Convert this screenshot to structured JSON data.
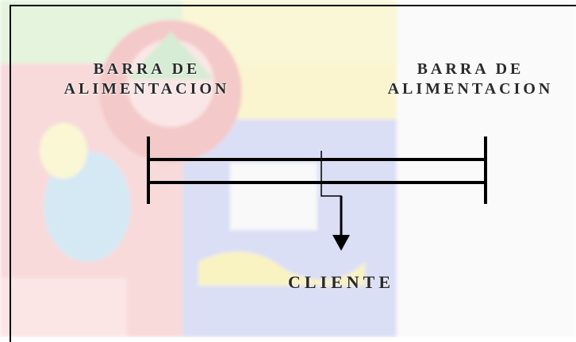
{
  "diagram": {
    "left_bus_label": [
      "BARRA DE",
      "ALIMENTACION"
    ],
    "right_bus_label": [
      "BARRA DE",
      "ALIMENTACION"
    ],
    "client_label": "CLIENTE"
  },
  "colors": {
    "line": "#000000",
    "text": "#2a2a2a"
  }
}
